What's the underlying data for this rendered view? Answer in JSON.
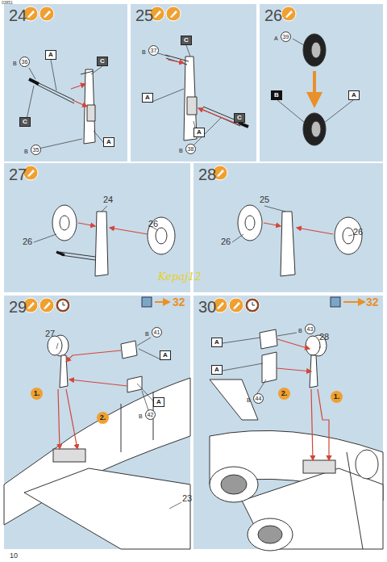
{
  "diagram": {
    "nodes": [
      {
        "text": [
          "24"
        ]
      },
      {
        "text": [
          "25"
        ]
      },
      {
        "text": [
          "26"
        ]
      },
      {
        "text": [
          "27"
        ]
      },
      {
        "text": [
          "28"
        ]
      },
      {
        "text": [
          "29"
        ]
      },
      {
        "text": [
          "30"
        ]
      }
    ],
    "labels": [
      "03851",
      "B",
      "36",
      "A",
      "C",
      "C",
      "B",
      "35",
      "A",
      "B",
      "37",
      "C",
      "A",
      "C",
      "B",
      "38",
      "A",
      "A",
      "39",
      "B",
      "A",
      "24",
      "26",
      "26",
      "25",
      "26",
      "26",
      "Kepaj12",
      "32",
      "27",
      "B",
      "41",
      "A",
      "A",
      "B",
      "42",
      "1.",
      "2.",
      "23",
      "32",
      "B",
      "43",
      "A",
      "A",
      "28",
      "B",
      "44",
      "2.",
      "1.",
      "10"
    ]
  }
}
